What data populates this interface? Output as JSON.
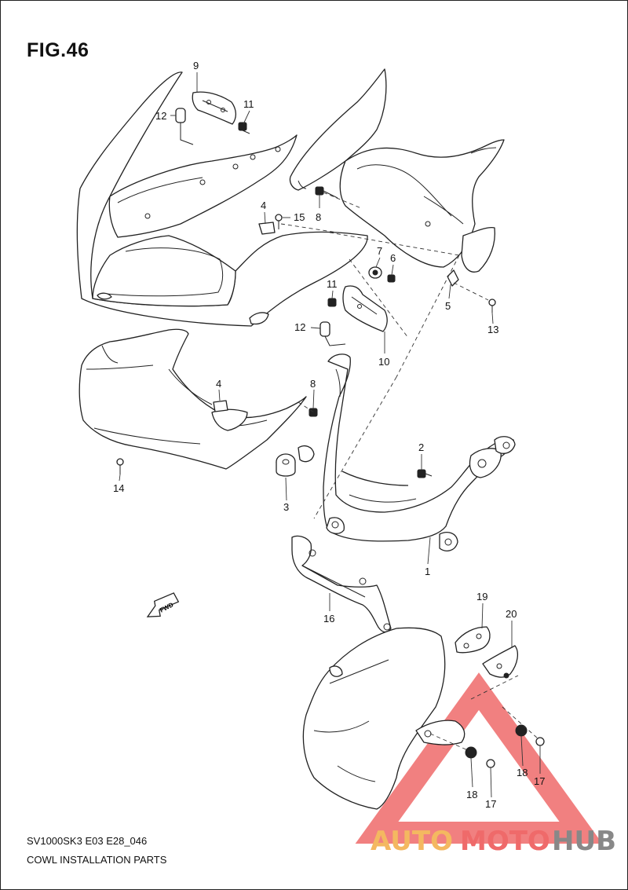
{
  "figure": {
    "title": "FIG.46",
    "model_code": "SV1000SK3 E03 E28_046",
    "description": "COWL INSTALLATION PARTS"
  },
  "forward_arrow_label": "FWD",
  "callouts": [
    "1",
    "2",
    "3",
    "4",
    "4",
    "5",
    "6",
    "7",
    "8",
    "8",
    "9",
    "10",
    "11",
    "11",
    "12",
    "12",
    "13",
    "14",
    "15",
    "16",
    "17",
    "17",
    "18",
    "18",
    "19",
    "20"
  ],
  "watermark": {
    "auto": "AUTO",
    "moto": "MOTO",
    "hub": "HUB",
    "colors": {
      "auto": "#f4b860",
      "moto": "#ef6a6a",
      "hub": "#888888",
      "triangle": "#ef6a6a"
    }
  }
}
